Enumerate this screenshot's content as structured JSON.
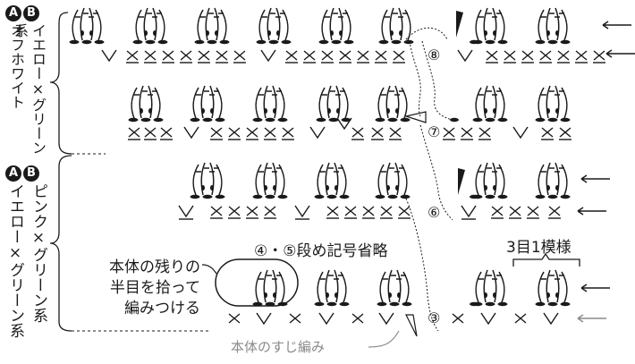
{
  "group_top": {
    "badges": [
      "A",
      "B"
    ],
    "color_label": "イエロー×グリーン系",
    "color_label2": "オフホワイト"
  },
  "group_bottom": {
    "badges": [
      "A",
      "B"
    ],
    "color_label": "ピンク×グリーン系",
    "color_label2": "イエロー×グリーン系"
  },
  "rows": [
    {
      "number": "⑧"
    },
    {
      "number": "⑦"
    },
    {
      "number": "⑥"
    },
    {
      "number": "③"
    }
  ],
  "annotations": {
    "skipped_rows": "④・⑤段め記号省略",
    "repeat_unit": "3目1模様",
    "pickup_note": [
      "本体の残りの",
      "半目を拾って",
      "編みつける"
    ],
    "body_back_loop": "本体のすじ編み"
  },
  "colors": {
    "ink": "#1a1a1a",
    "gray": "#8a8a8a"
  },
  "icons": [
    "long-stitch-cluster-symbol",
    "single-crochet-x",
    "increase-v",
    "direction-arrow-left",
    "cut-yarn-marker",
    "join-marker"
  ]
}
